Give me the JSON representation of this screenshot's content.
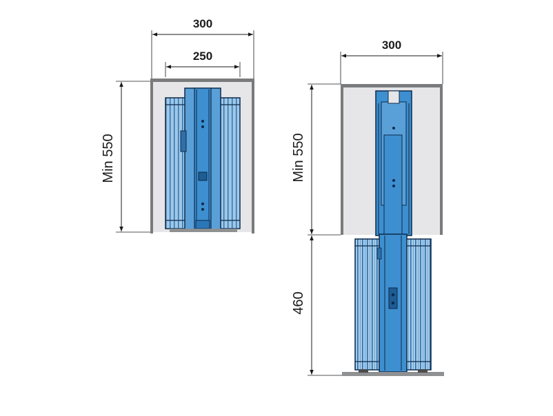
{
  "left_view": {
    "outer_width": "300",
    "inner_width": "250",
    "min_height": "Min 550"
  },
  "right_view": {
    "outer_width": "300",
    "min_height": "Min 550",
    "extension": "460"
  },
  "colors": {
    "cabinet_fill": "#e6e6e8",
    "cabinet_edge": "#6f7072",
    "basket_blue": "#3d8fcf",
    "basket_light": "#9ec7e8",
    "frame_dark": "#0d2a4a",
    "line": "#1a1a1a"
  }
}
